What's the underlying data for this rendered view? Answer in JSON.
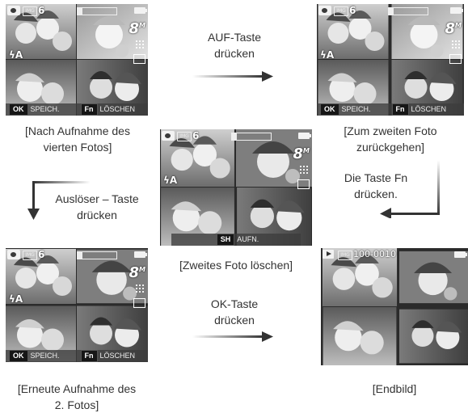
{
  "screens": {
    "s1": {
      "count": "6",
      "res": "IMG",
      "ok": "OK",
      "ok_label": "SPEICH.",
      "fn": "Fn",
      "fn_label": "LÖSCHEN"
    },
    "s2": {
      "count": "6",
      "res": "IMG",
      "ok": "OK",
      "ok_label": "SPEICH.",
      "fn": "Fn",
      "fn_label": "LÖSCHEN"
    },
    "s3": {
      "count": "6",
      "res": "IMG",
      "sh": "SH",
      "sh_label": "AUFN."
    },
    "s4": {
      "count": "6",
      "res": "IMG",
      "ok": "OK",
      "ok_label": "SPEICH.",
      "fn": "Fn",
      "fn_label": "LÖSCHEN"
    },
    "s5": {
      "file_number": "100-0010",
      "res": "IMG"
    },
    "size_symbol": "8",
    "size_sup": "M",
    "flash_symbol": "ϟA"
  },
  "labels": {
    "caption1": "[Nach Aufnahme des\nvierten Fotos]",
    "caption2": "[Zum zweiten Foto\nzurückgehen]",
    "caption3": "[Zweites Foto löschen]",
    "caption4": "[Erneute Aufnahme des\n2. Fotos]",
    "caption5": "[Endbild]",
    "step_up": "AUF-Taste\ndrücken",
    "step_fn": "Die Taste Fn\ndrücken.",
    "step_shutter": "Auslöser – Taste\ndrücken",
    "step_ok": "OK-Taste\ndrücken"
  },
  "icons": [
    "camera-mode-icon",
    "resolution-icon",
    "memory-bar-icon",
    "battery-icon",
    "image-size-icon",
    "grid-icon",
    "card-icon",
    "flash-icon",
    "playback-icon",
    "right-arrow-icon",
    "left-arrow-icon",
    "down-arrow-icon"
  ]
}
